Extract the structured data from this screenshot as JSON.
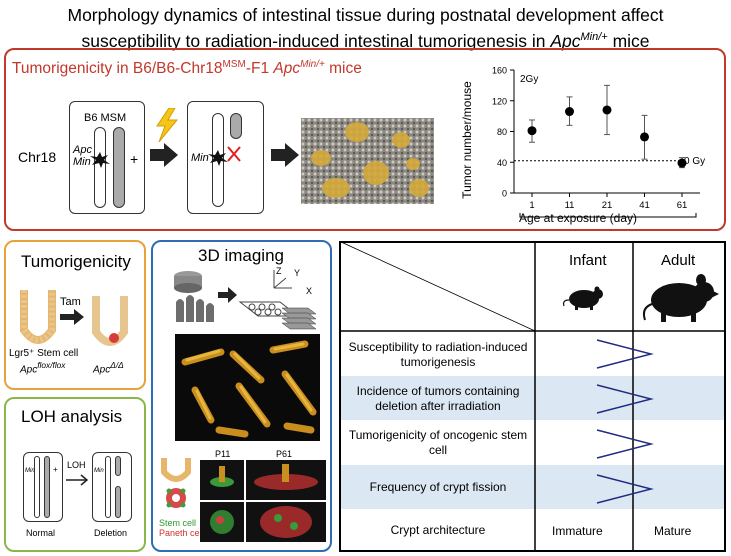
{
  "title": {
    "line1": "Morphology dynamics of intestinal tissue during postnatal development affect",
    "line2_pre": "susceptibility to radiation-induced intestinal tumorigenesis in ",
    "line2_gene": "Apc",
    "line2_sup": "Min/+",
    "line2_post": " mice"
  },
  "top_panel": {
    "title_pre": "Tumorigenicity in B6/B6-Chr18",
    "title_sup": "MSM",
    "title_mid": "-F1 ",
    "title_gene": "Apc",
    "title_gene_sup": "Min/+",
    "title_post": " mice",
    "chr_label": "Chr18",
    "strain_label": "B6 MSM",
    "apc": "Apc",
    "min": "Min",
    "plus": "+",
    "min2": "Min"
  },
  "chart_data": {
    "type": "scatter",
    "annotation_dose": "2Gy",
    "reference_label": "0 Gy",
    "reference_value": 42,
    "ylabel": "Tumor number/mouse",
    "xlabel": "Age at exposure (day)",
    "ylim": [
      0,
      160
    ],
    "yticks": [
      "0",
      "40",
      "80",
      "120",
      "160"
    ],
    "categories": [
      "1",
      "11",
      "21",
      "41",
      "61"
    ],
    "values": [
      81,
      106,
      108,
      73,
      39
    ],
    "err_low": [
      66,
      88,
      76,
      44,
      33
    ],
    "err_high": [
      95,
      125,
      140,
      101,
      46
    ]
  },
  "tumorigenicity": {
    "heading": "Tumorigenicity",
    "tam": "Tam",
    "stem_label": "Lgr5⁺ Stem cell",
    "apc_flox": "Apc",
    "apc_flox_sup": "flox/flox",
    "apc_delta": "Apc",
    "apc_delta_sup": "Δ/Δ"
  },
  "loh": {
    "heading": "LOH analysis",
    "arrow_label": "LOH",
    "min": "Min",
    "plus": "+",
    "normal": "Normal",
    "deletion": "Deletion"
  },
  "imaging": {
    "heading": "3D imaging",
    "axis_z": "Z",
    "axis_y": "Y",
    "axis_x": "X",
    "p11": "P11",
    "p61": "P61",
    "stem": "Stem cell",
    "paneth": "Paneth cell"
  },
  "comparison": {
    "col_infant": "Infant",
    "col_adult": "Adult",
    "rows": [
      "Susceptibility to radiation-induced tumorigenesis",
      "Incidence of tumors containing deletion after irradiation",
      "Tumorigenicity of oncogenic stem cell",
      "Frequency of crypt fission",
      "Crypt architecture"
    ],
    "crypt_infant": "Immature",
    "crypt_adult": "Mature"
  },
  "colors": {
    "red": "#c0392b",
    "orange": "#e8a23a",
    "green": "#8bb64a",
    "blue": "#2e6db4",
    "navy": "#1f2a80"
  }
}
